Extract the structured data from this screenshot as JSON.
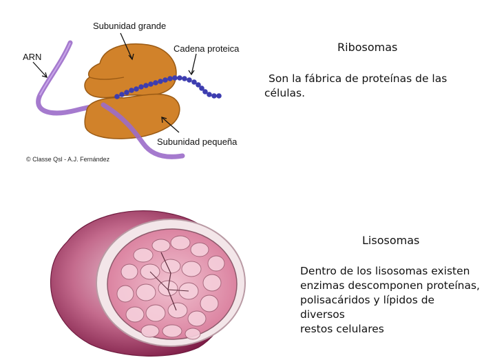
{
  "ribosomas": {
    "title": "Ribosomas",
    "description_line1": "Son la fábrica de proteínas de las",
    "description_line2": "células."
  },
  "ribosome_figure": {
    "labels": {
      "large_subunit": "Subunidad grande",
      "protein_chain": "Cadena proteica",
      "rna": "ARN",
      "small_subunit": "Subunidad pequeña"
    },
    "credit": "© Classe Qsl - A.J. Fernández",
    "colors": {
      "subunit": "#d1822a",
      "rna": "#9b6cc9",
      "chain": "#3d3db0"
    }
  },
  "lisosomas": {
    "title": "Lisosomas",
    "description_lines": [
      "Dentro de los lisosomas existen",
      "enzimas descomponen proteínas,",
      "polisacáridos y lípidos de diversos",
      "restos celulares"
    ]
  },
  "lysosome_figure": {
    "colors": {
      "outer": "#a3325f",
      "rim": "#f3e6e9",
      "interior": "#e49ab2"
    }
  }
}
